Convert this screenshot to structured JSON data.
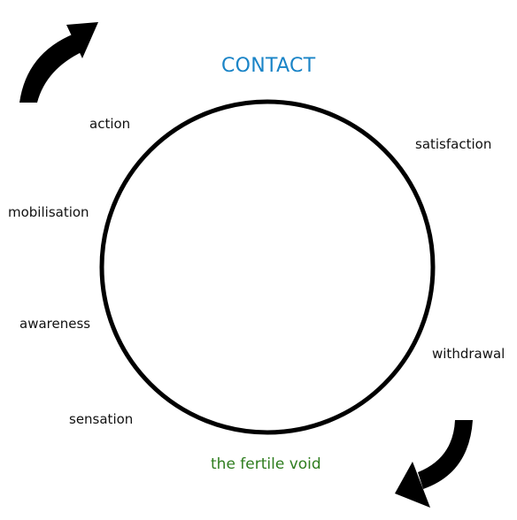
{
  "diagram": {
    "title": "CONTACT",
    "bottom_label": "the fertile void",
    "stages": {
      "action": "action",
      "satisfaction": "satisfaction",
      "mobilisation": "mobilisation",
      "awareness": "awareness",
      "withdrawal": "withdrawal",
      "sensation": "sensation"
    }
  },
  "colors": {
    "title": "#1a84c7",
    "bottom_label": "#2e7d1e",
    "circle": "#000000",
    "arrows": "#000000",
    "text": "#111111"
  },
  "icons": {
    "top_arrow": "curved-arrow-clockwise-icon",
    "bottom_arrow": "curved-arrow-down-left-icon"
  }
}
